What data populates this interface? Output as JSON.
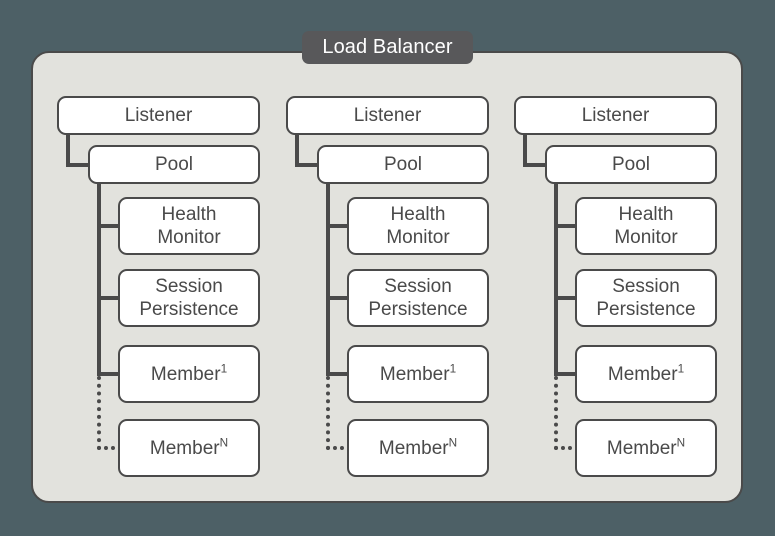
{
  "diagram": {
    "title": "Load Balancer",
    "background_color": "#4d6066",
    "container_color": "#e2e2dd",
    "badge_color": "#58585a",
    "node_fill": "#ffffff",
    "line_color": "#4a4a4a"
  },
  "columns": [
    {
      "id": "column-1",
      "listener": "Listener",
      "pool": "Pool",
      "health_monitor": "Health Monitor",
      "health_monitor_line1": "Health",
      "health_monitor_line2": "Monitor",
      "session_persistence": "Session Persistence",
      "session_persistence_line1": "Session",
      "session_persistence_line2": "Persistence",
      "member_first_base": "Member",
      "member_first_sup": "1",
      "member_last_base": "Member",
      "member_last_sup": "N"
    },
    {
      "id": "column-2",
      "listener": "Listener",
      "pool": "Pool",
      "health_monitor": "Health Monitor",
      "health_monitor_line1": "Health",
      "health_monitor_line2": "Monitor",
      "session_persistence": "Session Persistence",
      "session_persistence_line1": "Session",
      "session_persistence_line2": "Persistence",
      "member_first_base": "Member",
      "member_first_sup": "1",
      "member_last_base": "Member",
      "member_last_sup": "N"
    },
    {
      "id": "column-3",
      "listener": "Listener",
      "pool": "Pool",
      "health_monitor": "Health Monitor",
      "health_monitor_line1": "Health",
      "health_monitor_line2": "Monitor",
      "session_persistence": "Session Persistence",
      "session_persistence_line1": "Session",
      "session_persistence_line2": "Persistence",
      "member_first_base": "Member",
      "member_first_sup": "1",
      "member_last_base": "Member",
      "member_last_sup": "N"
    }
  ]
}
